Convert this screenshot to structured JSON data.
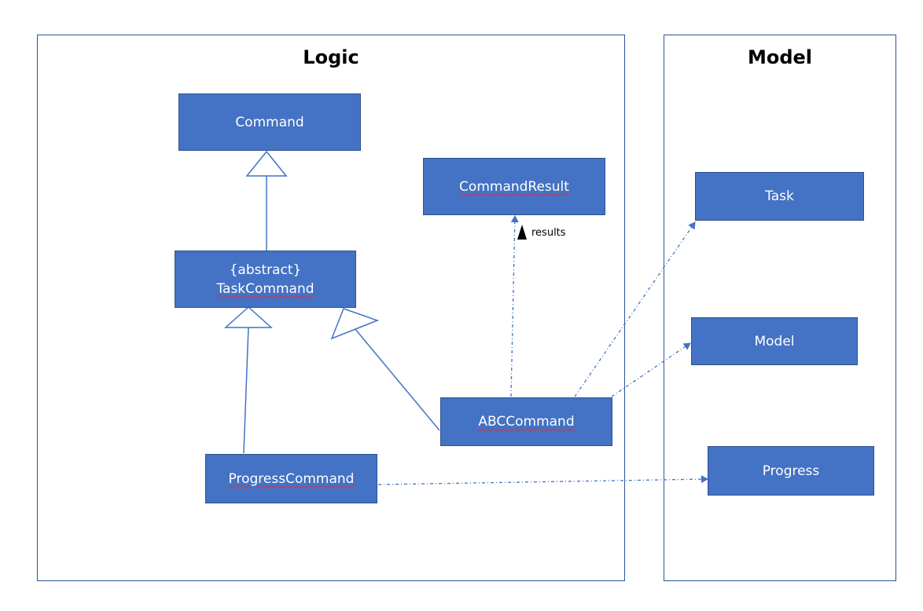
{
  "panels": {
    "logic": {
      "title": "Logic"
    },
    "model": {
      "title": "Model"
    }
  },
  "classes": {
    "command": {
      "label": "Command"
    },
    "task_command": {
      "stereotype": "{abstract}",
      "label": "TaskCommand"
    },
    "progress_command": {
      "label": "ProgressCommand"
    },
    "abc_command": {
      "label": "ABCCommand"
    },
    "command_result": {
      "label": "CommandResult"
    },
    "task": {
      "label": "Task"
    },
    "model": {
      "label": "Model"
    },
    "progress": {
      "label": "Progress"
    }
  },
  "relations": {
    "results_label": "results"
  },
  "colors": {
    "box_fill": "#4472c4",
    "box_border": "#2f528f",
    "panel_border": "#2f5597",
    "line": "#4472c4"
  }
}
